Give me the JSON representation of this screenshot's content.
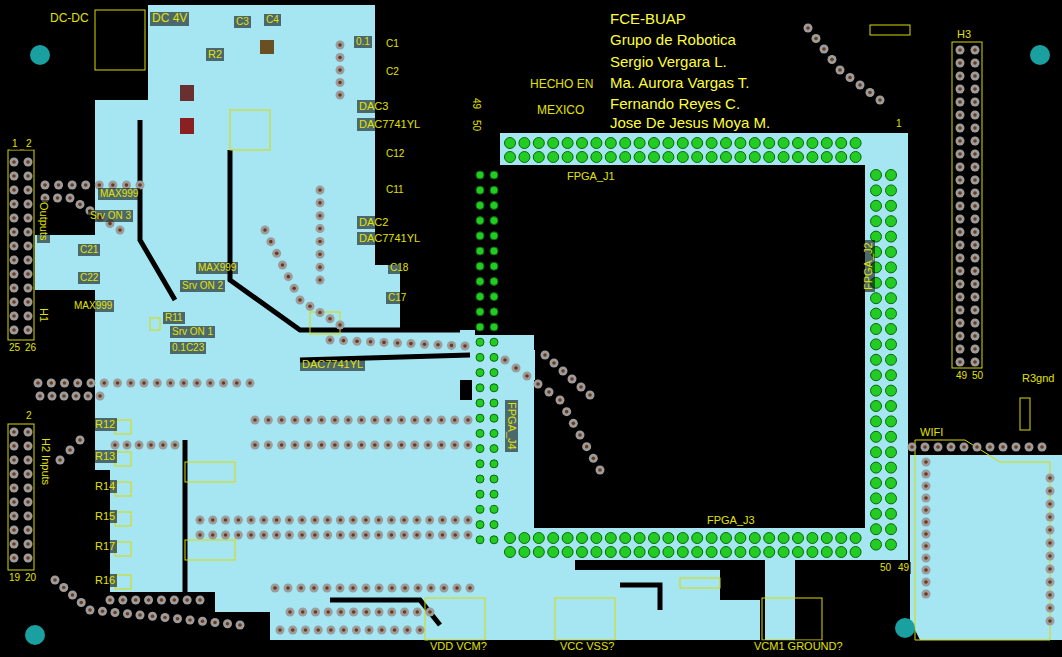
{
  "diagram": {
    "labels": [
      "DC-DC",
      "DC 4V",
      "R2",
      "C3",
      "C4",
      "0.1",
      "C1",
      "C2",
      "DAC3",
      "DAC7741YL",
      "C12",
      "C11",
      "DAC2",
      "DAC7741YL",
      "C18",
      "C17",
      "DAC7741YL",
      "MAX999",
      "Srv ON 3",
      "C21",
      "MAX999",
      "Srv ON 2",
      "C22",
      "MAX999",
      "R11",
      "Srv ON 1",
      "0.1C23",
      "H1",
      "Outputs",
      "1",
      "2",
      "25",
      "26",
      "H2 Inputs",
      "2",
      "19",
      "20",
      "R12",
      "R13",
      "R14",
      "R15",
      "R17",
      "R16",
      "HECHO EN",
      "MEXICO",
      "FCE-BUAP",
      "Grupo de Robotica",
      "Sergio Vergara L.",
      "Ma. Aurora Vargas T.",
      "Fernando Reyes C.",
      "Jose De Jesus Moya M.",
      "49",
      "50",
      "FPGA_J1",
      "FPGA_J2",
      "1",
      "FPGA_J3",
      "49",
      "50",
      "FPGA_J4",
      "H3",
      "49",
      "50",
      "WIFI",
      "R3gnd",
      "VDD VCM?",
      "VCC VSS?",
      "VCM1 GROUND?"
    ]
  }
}
